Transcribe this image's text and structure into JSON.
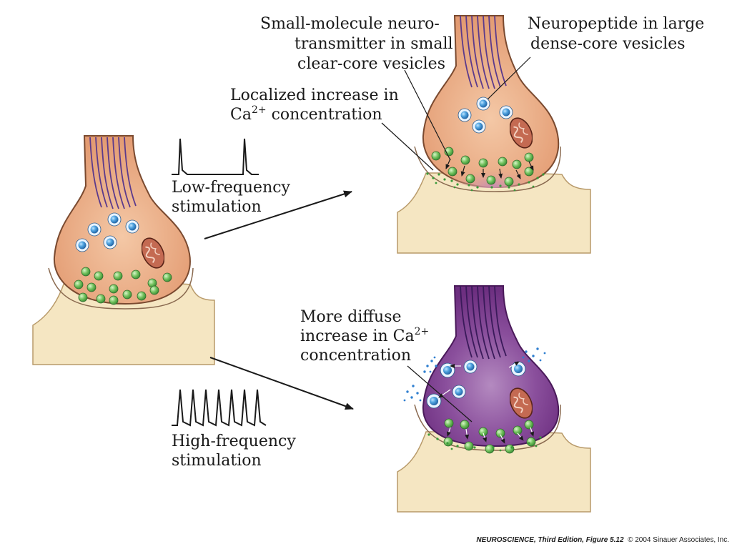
{
  "labels": {
    "small_molecule": [
      "Small-molecule neuro-",
      "transmitter in small",
      "clear-core vesicles"
    ],
    "neuropeptide": [
      "Neuropeptide in large",
      "dense-core vesicles"
    ],
    "localized": {
      "line1": "Localized increase in",
      "ca_base": "Ca",
      "ca_sup": "2+",
      "line2_rest": " concentration"
    },
    "low_freq": [
      "Low-frequency",
      "stimulation"
    ],
    "diffuse": {
      "line1": "More diffuse",
      "line2_pre": "increase in Ca",
      "ca_sup": "2+",
      "line3": "concentration"
    },
    "high_freq": [
      "High-frequency",
      "stimulation"
    ]
  },
  "credit": {
    "source": "NEUROSCIENCE, Third Edition, Figure 5.12",
    "rest": "  © 2004 Sinauer Associates, Inc."
  },
  "colors": {
    "terminal_resting": "#e8a57e",
    "terminal_high": "#7a3c8a",
    "postsynaptic": "#f5e6c2",
    "clear_vesicle": "#6fbf5a",
    "dense_vesicle": "#3c8fd0",
    "calcium_dot": "#2f7fd0",
    "axon_line": "#5b3a8c",
    "mitochondrion": "#9a4a34"
  }
}
